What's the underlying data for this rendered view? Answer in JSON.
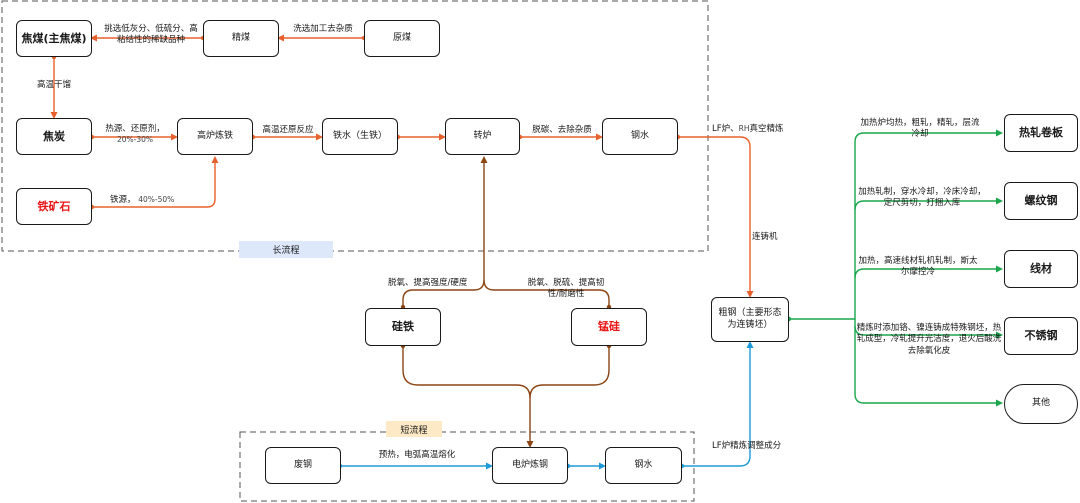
{
  "colors": {
    "red_line": "#e8602c",
    "brown_line": "#8b4513",
    "blue_line": "#1f9ad8",
    "green_line": "#1aa64a",
    "red_text": "#e81515",
    "tag_long": "#dde8fa",
    "tag_short": "#fde9c6"
  },
  "regions": {
    "long_process": "长流程",
    "short_process": "短流程"
  },
  "nodes": {
    "coking_coal": "焦煤(主焦煤)",
    "refined_coal": "精煤",
    "raw_coal": "原煤",
    "coke": "焦炭",
    "blast_furnace": "高炉炼铁",
    "hot_metal": "铁水（生铁）",
    "converter": "转炉",
    "molten_steel_long": "钢水",
    "iron_ore": "铁矿石",
    "ferrosilicon": "硅铁",
    "silicomanganese": "锰硅",
    "crude_steel": "粗钢（主要形态为连铸坯）",
    "scrap_steel": "废钢",
    "eaf": "电炉炼钢",
    "molten_steel_short": "钢水",
    "hot_rolled_coil": "热轧卷板",
    "rebar": "螺纹钢",
    "wire_rod": "线材",
    "stainless": "不锈钢",
    "other": "其他"
  },
  "edge_labels": {
    "refine_to_coking": "挑选低灰分、低硫分、高粘结性的稀缺品种",
    "raw_to_refined": "洗选加工去杂质",
    "coking_to_coke": "高温干馏",
    "coke_to_bf": "热源、还原剂，",
    "coke_to_bf_pct": "20%-30%",
    "bf_to_hotmetal": "高温还原反应",
    "converter_to_steel": "脱碳、去除杂质",
    "ore_to_bf": "铁源，",
    "ore_to_bf_pct": "40%-50%",
    "lf_label": "LF炉、",
    "rh_label": "RH",
    "vacuum_label": "真空精炼",
    "continuous_casting": "连铸机",
    "ferrosilicon_role": "脱氧、提高强度/硬度",
    "silicomanganese_role": "脱氧、脱硫、提高韧性/耐磨性",
    "scrap_to_eaf": "预热，电弧高温熔化",
    "lf_refine_adjust": "LF炉精炼调整成分",
    "to_hot_rolled": "加热炉均热，粗轧，精轧，层流冷却",
    "to_rebar": "加热轧制，穿水冷却，冷床冷却，定尺剪切，打捆入库",
    "to_wire": "加热，高速线材轧机轧制，斯太尔摩控冷",
    "to_stainless": "精炼时添加铬、镍连铸成特殊钢坯，热轧成型，冷轧提升光洁度，退火后酸洗去除氧化皮"
  }
}
